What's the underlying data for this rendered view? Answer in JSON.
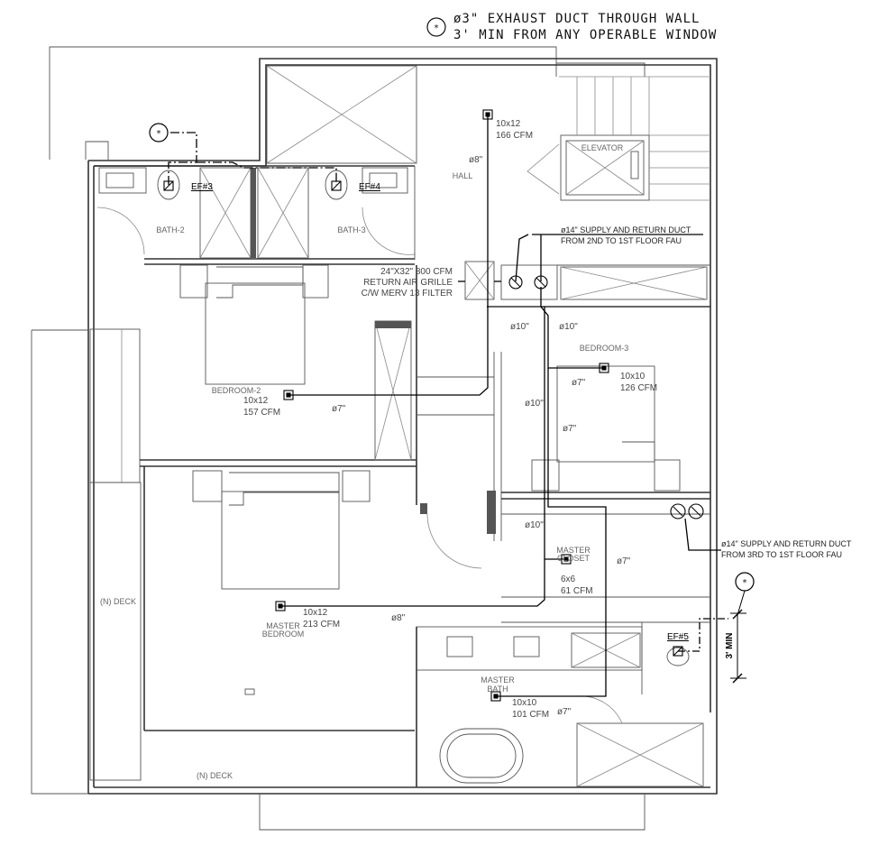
{
  "general_note": {
    "symbol": "*",
    "line1": "ø3\" EXHAUST DUCT THROUGH WALL",
    "line2": "3' MIN FROM ANY OPERABLE WINDOW"
  },
  "rooms": {
    "hall": "HALL",
    "elevator": "ELEVATOR",
    "bath2": "BATH-2",
    "bath3": "BATH-3",
    "bedroom2": "BEDROOM-2",
    "bedroom3": "BEDROOM-3",
    "master_closet_1": "MASTER",
    "master_closet_2": "CLOSET",
    "master_bedroom_1": "MASTER",
    "master_bedroom_2": "BEDROOM",
    "master_bath_1": "MASTER",
    "master_bath_2": "BATH",
    "deck_left": "(N)  DECK",
    "deck_bottom": "(N)  DECK"
  },
  "exhaust_fans": {
    "ef3": "EF#3",
    "ef4": "EF#4",
    "ef5": "EF#5"
  },
  "diffusers": {
    "hall": {
      "size": "10x12",
      "cfm": "166 CFM"
    },
    "bedroom2": {
      "size": "10x12",
      "cfm": "157 CFM"
    },
    "bedroom3": {
      "size": "10x10",
      "cfm": "126 CFM"
    },
    "closet": {
      "size": "6x6",
      "cfm": "61 CFM"
    },
    "master_bedroom": {
      "size": "10x12",
      "cfm": "213 CFM"
    },
    "master_bath": {
      "size": "10x10",
      "cfm": "101 CFM"
    }
  },
  "duct_sizes": {
    "hall_main": "ø8\"",
    "bed2_branch": "ø7\"",
    "riser_a": "ø10\"",
    "riser_b": "ø10\"",
    "mid": "ø10\"",
    "lower": "ø10\"",
    "bed3_branch": "ø7\"",
    "bed3_lower": "ø7\"",
    "right_vert": "ø7\"",
    "master_branch": "ø8\"",
    "bath_branch": "ø7\""
  },
  "return_grille": {
    "line1": "24\"X32\"  800 CFM",
    "line2": "RETURN AIR GRILLE",
    "line3": "C/W MERV 13 FILTER"
  },
  "duct_notes": {
    "upper_1": "ø14\" SUPPLY AND RETURN DUCT",
    "upper_2": "FROM 2ND TO 1ST FLOOR FAU",
    "lower_1": "ø14\" SUPPLY AND RETURN DUCT",
    "lower_2": "FROM 3RD TO 1ST FLOOR FAU"
  },
  "dimension": {
    "symbol": "*",
    "label": "3' MIN"
  }
}
